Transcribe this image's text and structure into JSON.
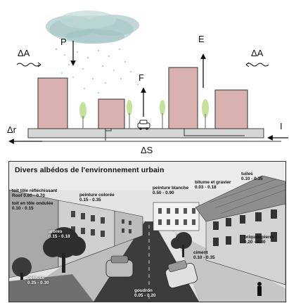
{
  "diagram": {
    "labels": {
      "P": "P",
      "E": "E",
      "F": "F",
      "dA_left": "ΔA",
      "dA_right": "ΔA",
      "dr": "Δr",
      "I": "I",
      "dS": "ΔS"
    },
    "colors": {
      "building": "#d9b2b0",
      "tree": "#b8d98a",
      "ground": "#d6d6d6",
      "cloud": "#a9c9c9"
    }
  },
  "photo": {
    "title": "Divers albédos de l'environnement urbain",
    "tags": {
      "toit_tole_line1": "toit tôle réfléchissant",
      "toit_tole_line2": "Roof 0.60 - 0.70",
      "toit_ondulee_line1": "toit en tôle ondulée",
      "toit_ondulee_line2": "0.10 - 0.15",
      "peinture_coloree_line1": "peinture colorée",
      "peinture_coloree_line2": "0.15 - 0.35",
      "peinture_blanche_line1": "peinture blanche",
      "peinture_blanche_line2": "0.50 - 0.90",
      "bitume_line1": "bitume et gravier",
      "bitume_line2": "0.03 - 0.18",
      "tuiles_line1": "tuiles",
      "tuiles_line2": "0.10 - 0.35",
      "arbres_line1": "arbres",
      "arbres_line2": "0.15 - 0.18",
      "briques_line1": "briques/pierre",
      "briques_line2": "0.20 - 0.40",
      "ciment_line1": "ciment",
      "ciment_line2": "0.10 - 0.35",
      "pelouse_line1": "pelouse",
      "pelouse_line2": "0.25 - 0.30",
      "goudron_line1": "goudron",
      "goudron_line2": "0.05 - 0.20"
    }
  }
}
